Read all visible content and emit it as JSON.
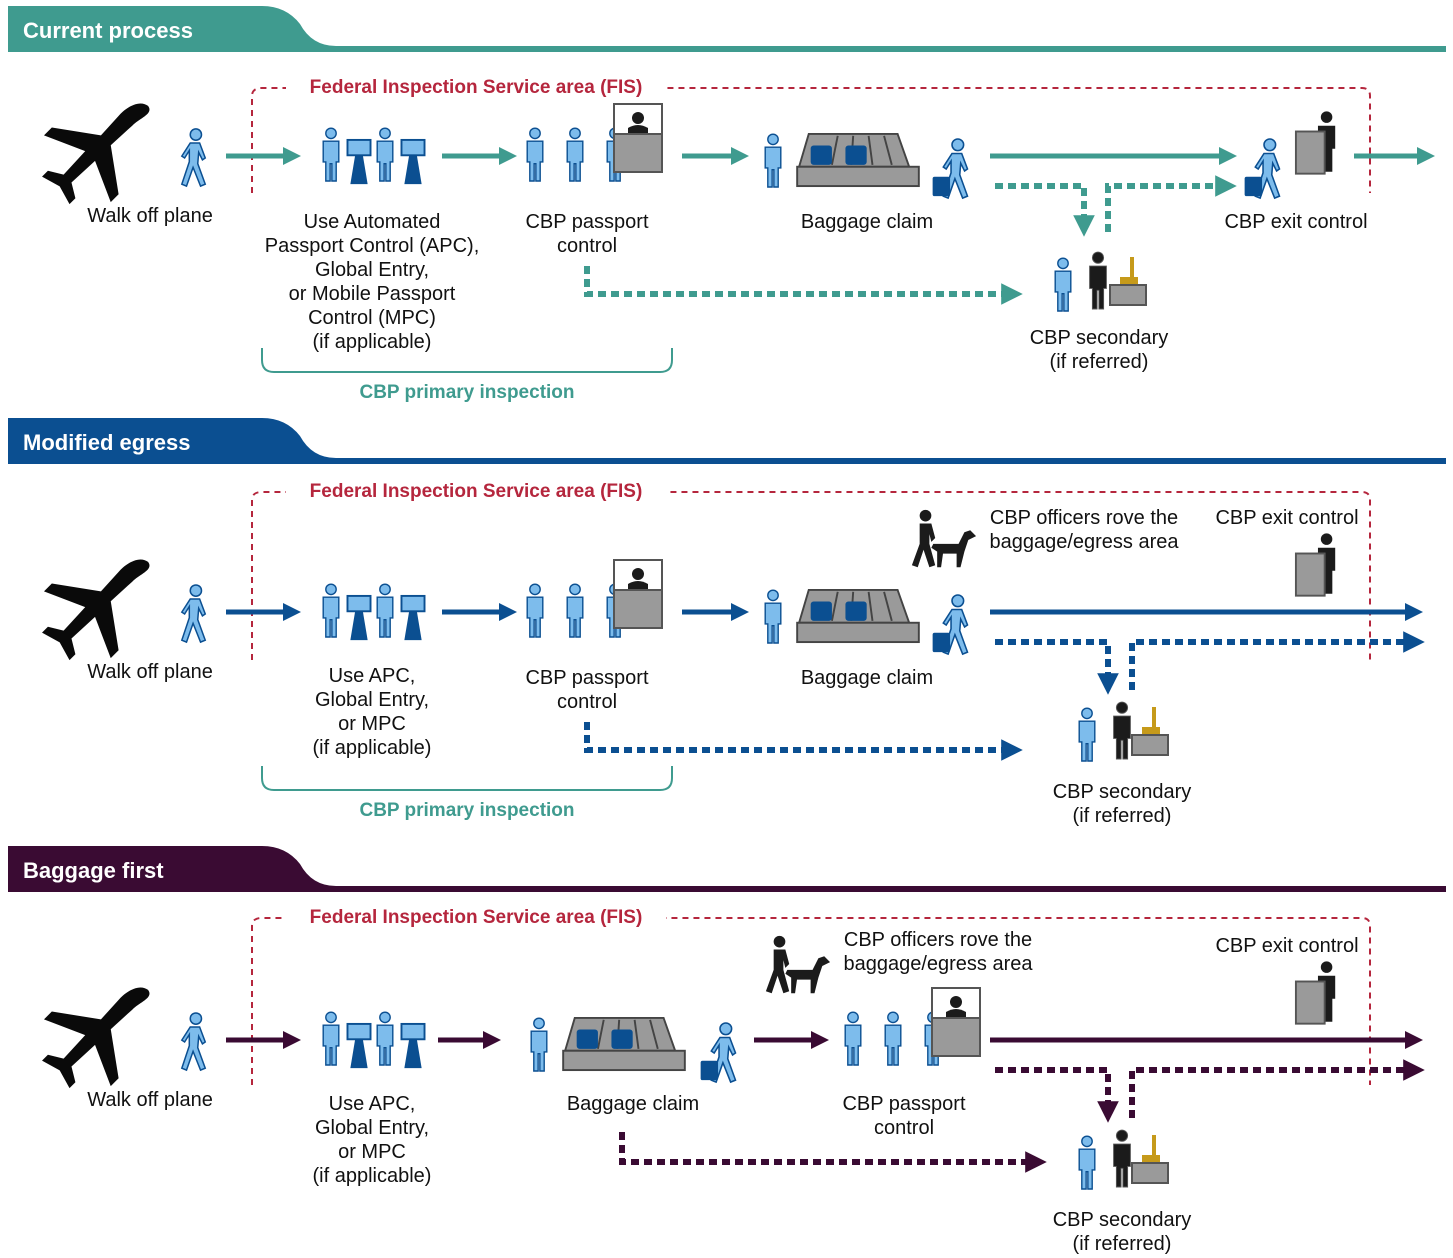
{
  "colors": {
    "current": "#3f9b8f",
    "modified": "#0b4f91",
    "baggage": "#3a0b33",
    "fis": "#b5263d",
    "person": "#7dbcec",
    "bag": "#0b4f91"
  },
  "sections": [
    {
      "title": "Current process",
      "fis_label": "Federal Inspection Service area (FIS)",
      "walk_off": "Walk off plane",
      "apc_label": [
        "Use Automated",
        "Passport Control (APC),",
        "Global Entry,",
        "or Mobile Passport",
        "Control (MPC)",
        "(if applicable)"
      ],
      "passport_label": [
        "CBP passport",
        "control"
      ],
      "baggage_label": "Baggage claim",
      "exit_label": "CBP exit control",
      "secondary_label": [
        "CBP secondary",
        "(if referred)"
      ],
      "primary_label": "CBP primary inspection"
    },
    {
      "title": "Modified egress",
      "fis_label": "Federal Inspection Service area (FIS)",
      "walk_off": "Walk off plane",
      "apc_label": [
        "Use APC,",
        "Global Entry,",
        "or MPC",
        "(if applicable)"
      ],
      "passport_label": [
        "CBP passport",
        "control"
      ],
      "baggage_label": "Baggage claim",
      "rove_label": [
        "CBP officers rove the",
        "baggage/egress area"
      ],
      "exit_label": "CBP exit control",
      "secondary_label": [
        "CBP secondary",
        "(if referred)"
      ],
      "primary_label": "CBP primary inspection"
    },
    {
      "title": "Baggage first",
      "fis_label": "Federal Inspection Service area (FIS)",
      "walk_off": "Walk off plane",
      "apc_label": [
        "Use APC,",
        "Global Entry,",
        "or MPC",
        "(if applicable)"
      ],
      "baggage_label": "Baggage claim",
      "rove_label": [
        "CBP officers rove the",
        "baggage/egress area"
      ],
      "passport_label": [
        "CBP passport",
        "control"
      ],
      "exit_label": "CBP exit control",
      "secondary_label": [
        "CBP secondary",
        "(if referred)"
      ]
    }
  ]
}
